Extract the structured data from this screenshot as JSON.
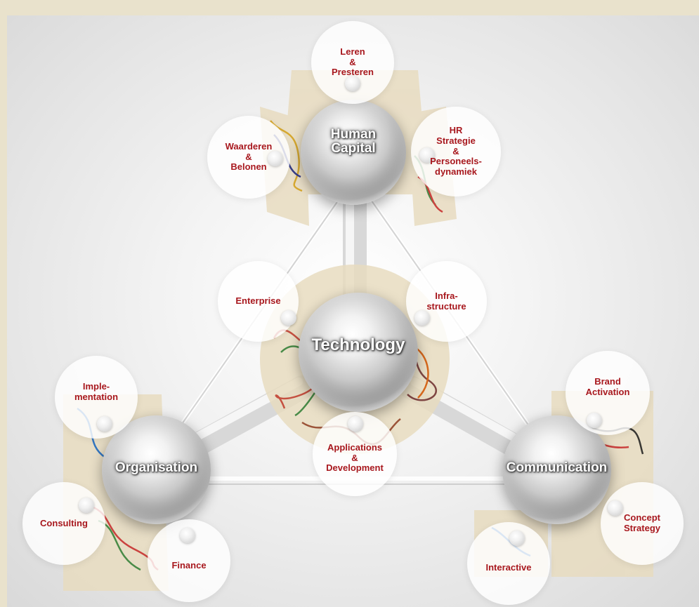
{
  "hubs": {
    "human_capital": "Human\nCapital",
    "technology": "Technology",
    "organisation": "Organisation",
    "communication": "Communication"
  },
  "nodes": {
    "leren_presteren": "Leren\n&\nPresteren",
    "waarderen_belonen": "Waarderen\n&\nBelonen",
    "hr_strategie": "HR\nStrategie\n&\nPersoneels-\ndynamiek",
    "enterprise": "Enterprise",
    "infrastructure": "Infra-\nstructure",
    "applications_development": "Applications\n&\nDevelopment",
    "implementation": "Imple-\nmentation",
    "consulting": "Consulting",
    "finance": "Finance",
    "brand_activation": "Brand\nActivation",
    "concept_strategy": "Concept\nStrategy",
    "interactive": "Interactive"
  },
  "colors": {
    "label": "#a8181e",
    "frame": "#e9e2cc",
    "sector": "#e8dcc0"
  }
}
